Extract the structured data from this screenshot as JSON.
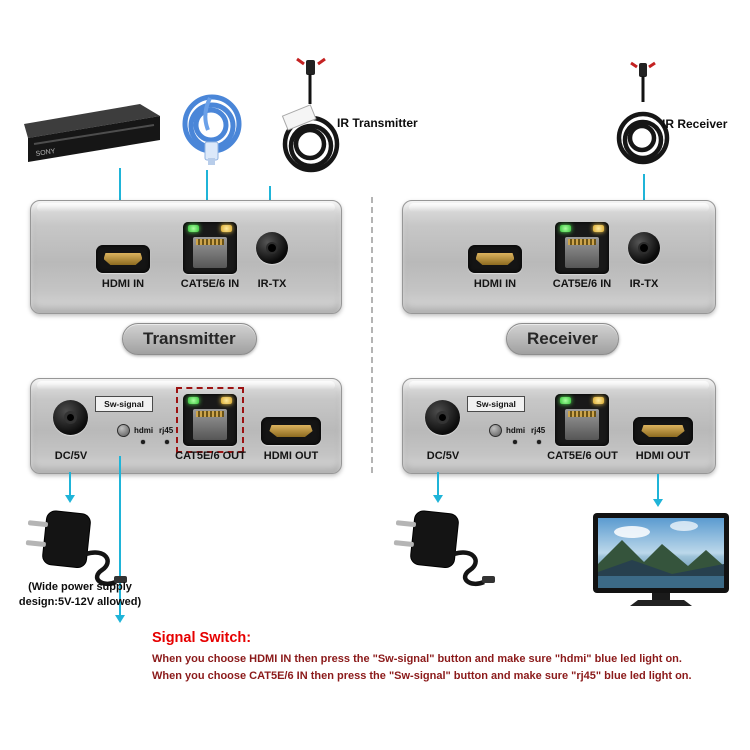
{
  "colors": {
    "arrow_cyan": "#1fb4d8",
    "panel_silver": "#c4c4c4",
    "signal_title_red": "#e60000",
    "signal_body_red": "#8b1a1a",
    "red_dash_box": "#9c1212"
  },
  "illustrations": [
    "dvd-player",
    "ethernet-cable",
    "ir-transmitter-cable",
    "ir-receiver-cable",
    "power-adapter",
    "power-adapter",
    "tv"
  ],
  "accessories": {
    "dvd_brand": "SONY",
    "ir_transmitter_label": "IR Transmitter",
    "ir_receiver_label": "IR Receiver"
  },
  "transmitter": {
    "badge": "Transmitter",
    "top_panel": {
      "hdmi": "HDMI IN",
      "cat": "CAT5E/6 IN",
      "ir": "IR-TX"
    },
    "bottom_panel": {
      "dc": "DC/5V",
      "sw": "Sw-signal",
      "led_hdmi": "hdmi",
      "led_rj45": "rj45",
      "cat": "CAT5E/6 OUT",
      "hdmi_out": "HDMI OUT"
    }
  },
  "receiver": {
    "badge": "Receiver",
    "top_panel": {
      "hdmi": "HDMI IN",
      "cat": "CAT5E/6 IN",
      "ir": "IR-TX"
    },
    "bottom_panel": {
      "dc": "DC/5V",
      "sw": "Sw-signal",
      "led_hdmi": "hdmi",
      "led_rj45": "rj45",
      "cat": "CAT5E/6 OUT",
      "hdmi_out": "HDMI OUT"
    }
  },
  "notes": {
    "power_line1": "(Wide power supply",
    "power_line2": "design:5V-12V allowed)",
    "signal_title": "Signal Switch:",
    "signal_line1": "When you choose HDMI IN then press the \"Sw-signal\" button and make sure \"hdmi\" blue led light on.",
    "signal_line2": "When you choose CAT5E/6 IN then press the \"Sw-signal\" button and make sure \"rj45\" blue led light on."
  }
}
